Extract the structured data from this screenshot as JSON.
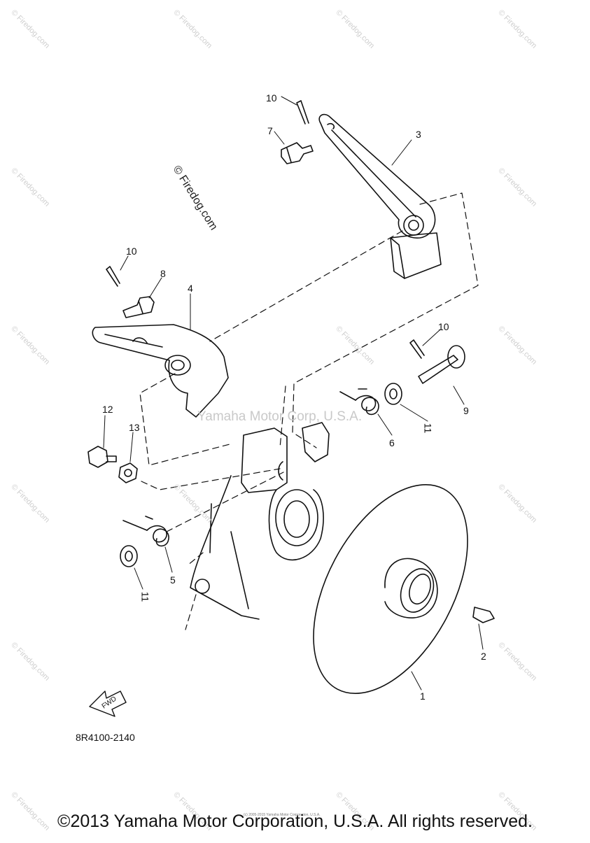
{
  "watermark": {
    "main": "© Firedog.com",
    "repeat": "© Firedog.com",
    "center": "Yamaha Motor Corp, U.S.A."
  },
  "callouts": {
    "c1": "1",
    "c2": "2",
    "c3": "3",
    "c4": "4",
    "c5": "5",
    "c6": "6",
    "c7": "7",
    "c8": "8",
    "c9": "9",
    "c10a": "10",
    "c10b": "10",
    "c10c": "10",
    "c11a": "11",
    "c11b": "11",
    "c12": "12",
    "c13": "13"
  },
  "fwd_label": "FWD",
  "diagram_code": "8R4100-2140",
  "footer": "©2013 Yamaha Motor Corporation, U.S.A. All rights reserved.",
  "footer_small": "(c) 2005-2015 Yamaha Motor Corporation, U.S.A."
}
